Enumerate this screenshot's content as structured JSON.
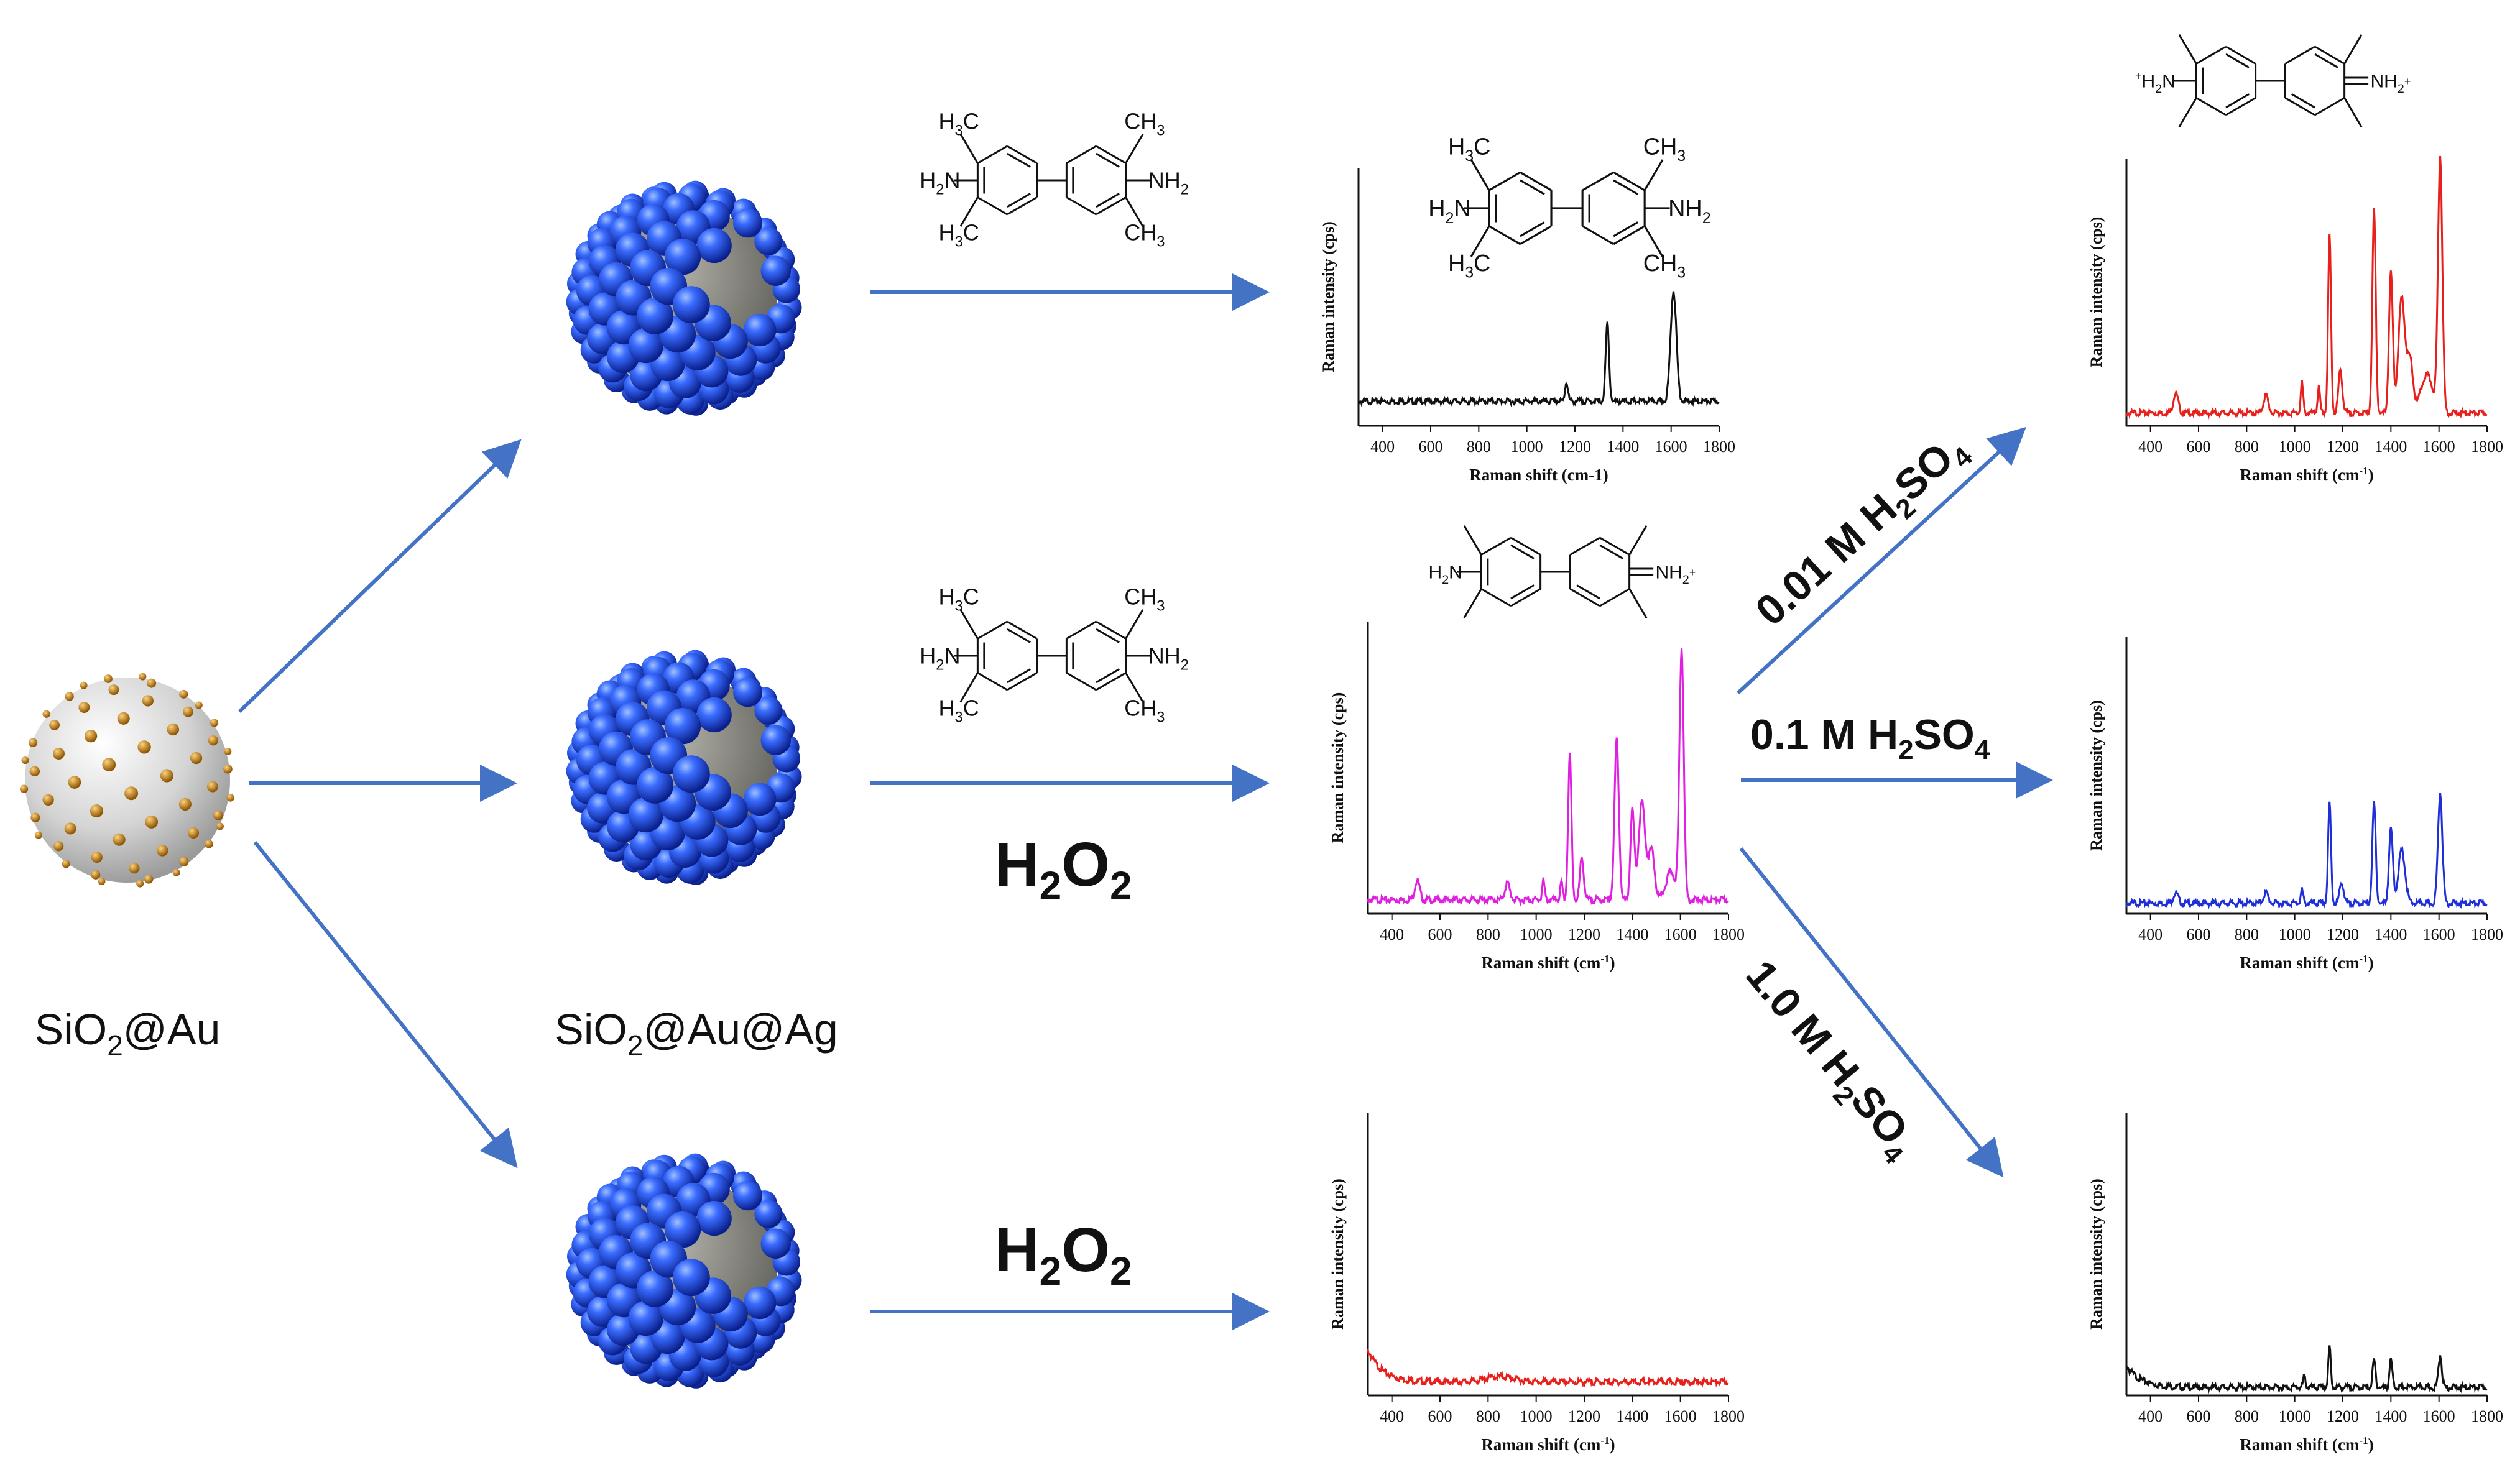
{
  "colors": {
    "arrow": "#4472c4",
    "shell": "#1f4fe0",
    "core": "#8a8a82",
    "seed_core": "#d8d8d8",
    "seed_dot": "#c8860a",
    "black": "#111111",
    "magenta": "#e020e0",
    "red": "#e8201c",
    "blue": "#1f2fd8"
  },
  "particles": {
    "seed_label": "SiO",
    "seed_label_sub": "2",
    "seed_label_tail": "@Au",
    "core_shell_label": "SiO",
    "core_shell_label_sub": "2",
    "core_shell_label_tail": "@Au@Ag"
  },
  "reagents": {
    "h2o2_mid": {
      "main": "H",
      "sub": "2",
      "main2": "O",
      "sub2": "2"
    },
    "h2o2_bottom": {
      "main": "H",
      "sub": "2",
      "main2": "O",
      "sub2": "2"
    }
  },
  "acid_labels": {
    "low": {
      "pre": "0.01 M H",
      "sub": "2",
      "mid": "SO",
      "sub2": "4"
    },
    "mid": {
      "pre": "0.1 M H",
      "sub": "2",
      "mid": "SO",
      "sub2": "4"
    },
    "high": {
      "pre": "1.0 M H",
      "sub": "2",
      "mid": "SO",
      "sub2": "4"
    }
  },
  "molecules": {
    "tmb": {
      "ch3": "H",
      "ch3_sub": "3",
      "ch3_c": "C",
      "ch3_r": "CH",
      "ch3_r_sub": "3",
      "nh2_l": "H",
      "nh2_l_sub": "2",
      "nh2_l_n": "N",
      "nh2_r": "NH",
      "nh2_r_sub": "2"
    },
    "tmb_ox1": {
      "left": "H",
      "left_sub": "2",
      "left_n": "N",
      "right": "NH",
      "right_sub": "2",
      "right_sup": "+"
    },
    "tmb_ox2": {
      "left_sup": "+",
      "left": "H",
      "left_sub": "2",
      "left_n": "N",
      "right": "NH",
      "right_sub": "2",
      "right_sup": "+"
    }
  },
  "chart_data": [
    {
      "type": "line",
      "id": "tmb",
      "ylabel": "Raman intensity (cps)",
      "xlabel": "Raman shift (cm-1)",
      "xlim": [
        300,
        1800
      ],
      "xticks": [
        400,
        600,
        800,
        1000,
        1200,
        1400,
        1600,
        1800
      ],
      "color": "#111111",
      "baseline": 0.1,
      "peaks": [
        [
          1165,
          0.08,
          6
        ],
        [
          1335,
          0.32,
          7
        ],
        [
          1610,
          0.45,
          12
        ]
      ]
    },
    {
      "type": "line",
      "id": "tmb_h2o2",
      "ylabel": "Raman intensity (cps)",
      "xlabel": "Raman shift (cm",
      "xlabel_sup": "-1",
      "xlabel_tail": ")",
      "xlim": [
        300,
        1800
      ],
      "xticks": [
        400,
        600,
        800,
        1000,
        1200,
        1400,
        1600,
        1800
      ],
      "color": "#e020e0",
      "baseline": 0.05,
      "peaks": [
        [
          505,
          0.07,
          10
        ],
        [
          880,
          0.06,
          10
        ],
        [
          1030,
          0.07,
          5
        ],
        [
          1105,
          0.06,
          5
        ],
        [
          1140,
          0.52,
          7
        ],
        [
          1190,
          0.15,
          8
        ],
        [
          1335,
          0.58,
          9
        ],
        [
          1400,
          0.32,
          8
        ],
        [
          1440,
          0.35,
          14
        ],
        [
          1480,
          0.18,
          12
        ],
        [
          1605,
          0.9,
          9
        ],
        [
          1560,
          0.1,
          20
        ]
      ]
    },
    {
      "type": "line",
      "id": "h2o2_only",
      "ylabel": "Raman intensity (cps)",
      "xlabel": "Raman shift (cm",
      "xlabel_sup": "-1",
      "xlabel_tail": ")",
      "xlim": [
        300,
        1800
      ],
      "xticks": [
        400,
        600,
        800,
        1000,
        1200,
        1400,
        1600,
        1800
      ],
      "color": "#e8201c",
      "baseline": 0.05,
      "decay": 0.12,
      "peaks": [
        [
          850,
          0.02,
          60
        ]
      ]
    },
    {
      "type": "line",
      "id": "acid_001",
      "ylabel": "Raman intensity (cps)",
      "xlabel": "Raman shift (cm",
      "xlabel_sup": "-1",
      "xlabel_tail": ")",
      "xlim": [
        300,
        1800
      ],
      "xticks": [
        400,
        600,
        800,
        1000,
        1200,
        1400,
        1600,
        1800
      ],
      "color": "#e8201c",
      "baseline": 0.05,
      "peaks": [
        [
          505,
          0.08,
          10
        ],
        [
          880,
          0.07,
          10
        ],
        [
          1030,
          0.12,
          5
        ],
        [
          1100,
          0.1,
          5
        ],
        [
          1145,
          0.7,
          6
        ],
        [
          1190,
          0.17,
          8
        ],
        [
          1330,
          0.8,
          7
        ],
        [
          1400,
          0.55,
          8
        ],
        [
          1445,
          0.45,
          14
        ],
        [
          1480,
          0.2,
          12
        ],
        [
          1605,
          1.0,
          9
        ],
        [
          1550,
          0.15,
          25
        ]
      ]
    },
    {
      "type": "line",
      "id": "acid_01",
      "ylabel": "Raman intensity (cps)",
      "xlabel": "Raman shift (cm",
      "xlabel_sup": "-1",
      "xlabel_tail": ")",
      "xlim": [
        300,
        1800
      ],
      "xticks": [
        400,
        600,
        800,
        1000,
        1200,
        1400,
        1600,
        1800
      ],
      "color": "#1f2fd8",
      "baseline": 0.04,
      "peaks": [
        [
          505,
          0.04,
          10
        ],
        [
          880,
          0.04,
          10
        ],
        [
          1030,
          0.05,
          5
        ],
        [
          1145,
          0.38,
          6
        ],
        [
          1195,
          0.08,
          8
        ],
        [
          1330,
          0.38,
          7
        ],
        [
          1400,
          0.28,
          8
        ],
        [
          1445,
          0.2,
          14
        ],
        [
          1605,
          0.42,
          9
        ]
      ]
    },
    {
      "type": "line",
      "id": "acid_1",
      "ylabel": "Raman intensity (cps)",
      "xlabel": "Raman shift (cm",
      "xlabel_sup": "-1",
      "xlabel_tail": ")",
      "xlim": [
        300,
        1800
      ],
      "xticks": [
        400,
        600,
        800,
        1000,
        1200,
        1400,
        1600,
        1800
      ],
      "color": "#111111",
      "baseline": 0.03,
      "decay": 0.08,
      "peaks": [
        [
          1040,
          0.04,
          5
        ],
        [
          1145,
          0.15,
          5
        ],
        [
          1330,
          0.1,
          6
        ],
        [
          1400,
          0.1,
          6
        ],
        [
          1605,
          0.12,
          7
        ]
      ]
    }
  ]
}
